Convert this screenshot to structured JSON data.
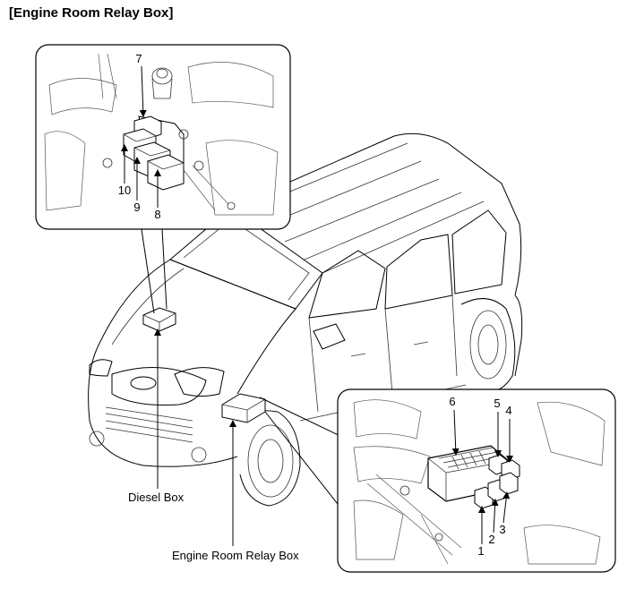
{
  "title": "[Engine Room Relay Box]",
  "labels": {
    "diesel_box": "Diesel Box",
    "engine_room_relay_box": "Engine Room Relay Box"
  },
  "callouts_top": [
    "7",
    "8",
    "9",
    "10"
  ],
  "callouts_bottom": [
    "1",
    "2",
    "3",
    "4",
    "5",
    "6"
  ]
}
